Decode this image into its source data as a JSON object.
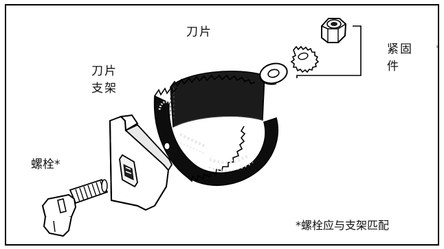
{
  "labels": {
    "blade": "刀片",
    "holder_line1": "刀片",
    "holder_line2": "支架",
    "bolt": "螺栓*",
    "fastener_line1": "紧固",
    "fastener_line2": "件",
    "note": "*螺栓应与支架匹配"
  },
  "parts": {
    "blade": "ring-saw-blade",
    "holder": "blade-holder",
    "bolt": "bolt",
    "washer": "flat-washer",
    "lock_washer": "toothed-lock-washer",
    "nut": "hex-nut"
  },
  "colors": {
    "ink": "#111111",
    "frame": "#000000",
    "background": "#ffffff",
    "metal_light": "#eeeeee"
  }
}
